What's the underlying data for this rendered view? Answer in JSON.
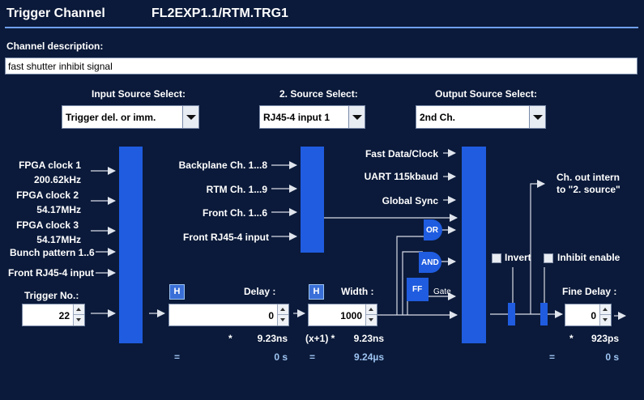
{
  "header": {
    "title": "Trigger Channel",
    "channel_path": "FL2EXP1.1/RTM.TRG1"
  },
  "description": {
    "label": "Channel description:",
    "value": "fast shutter inhibit signal"
  },
  "selects": {
    "input": {
      "label": "Input Source Select:",
      "value": "Trigger del. or imm."
    },
    "second": {
      "label": "2. Source Select:",
      "value": "RJ45-4 input 1"
    },
    "output": {
      "label": "Output Source Select:",
      "value": "2nd Ch."
    }
  },
  "inputs": [
    {
      "name": "FPGA clock 1",
      "freq": "200.62kHz"
    },
    {
      "name": "FPGA clock 2",
      "freq": "54.17MHz"
    },
    {
      "name": "FPGA clock 3",
      "freq": "54.17MHz"
    },
    {
      "name": "Bunch pattern 1..6"
    },
    {
      "name": "Front RJ45-4 input"
    }
  ],
  "second_sources": [
    "Backplane Ch. 1...8",
    "RTM Ch. 1...9",
    "Front Ch. 1...6",
    "Front RJ45-4 input"
  ],
  "output_sources": [
    "Fast Data/Clock",
    "UART 115kbaud",
    "Global Sync"
  ],
  "gates": {
    "or": "OR",
    "and": "AND",
    "ff": "FF",
    "gate": "Gate"
  },
  "ch_out_note": {
    "line1": "Ch. out intern",
    "line2": "to \"2. source\""
  },
  "trigger_no": {
    "label": "Trigger No.:",
    "value": "22"
  },
  "delay": {
    "h": "H",
    "label": "Delay :",
    "value": "0",
    "mult_sign": "*",
    "step": "9.23ns",
    "eq": "=",
    "result": "0 s"
  },
  "width": {
    "h": "H",
    "label": "Width :",
    "value": "1000",
    "prefix": "(x+1) *",
    "step": "9.23ns",
    "eq": "=",
    "result": "9.24µs"
  },
  "invert": {
    "label": "Invert"
  },
  "inhibit": {
    "label": "Inhibit enable"
  },
  "fine_delay": {
    "label": "Fine Delay :",
    "value": "0",
    "mult_sign": "*",
    "step": "923ps",
    "eq": "=",
    "result": "0 s"
  },
  "colors": {
    "background": "#0b1a3a",
    "bar": "#1f5ce0",
    "accent_line": "#6f9ef0",
    "result_text": "#9ec4f2"
  }
}
